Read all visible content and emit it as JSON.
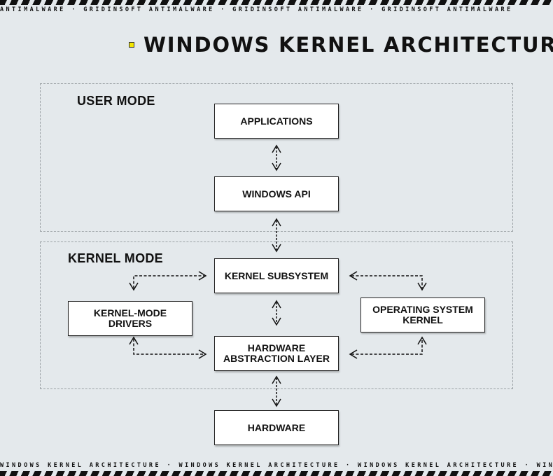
{
  "top_ticker": "ANTIMALWARE · GRIDINSOFT ANTIMALWARE · GRIDINSOFT ANTIMALWARE · GRIDINSOFT ANTIMALWARE",
  "bottom_ticker": "WINDOWS KERNEL ARCHITECTURE · WINDOWS KERNEL ARCHITECTURE · WINDOWS KERNEL ARCHITECTURE · WINDOWS KERNEL ARCHITECTURE",
  "title": "WINDOWS KERNEL ARCHITECTURE",
  "zones": {
    "user_mode": "USER MODE",
    "kernel_mode": "KERNEL MODE"
  },
  "boxes": {
    "applications": "APPLICATIONS",
    "windows_api": "WINDOWS API",
    "kernel_subsystem": "KERNEL SUBSYSTEM",
    "kernel_mode_drivers": "KERNEL-MODE\nDRIVERS",
    "operating_system_kernel": "OPERATING SYSTEM\nKERNEL",
    "hardware_abstraction_layer": "HARDWARE\nABSTRACTION LAYER",
    "hardware": "HARDWARE"
  },
  "colors": {
    "background": "#e4e9ec",
    "bullet": "#f3e600",
    "ink": "#111111"
  }
}
